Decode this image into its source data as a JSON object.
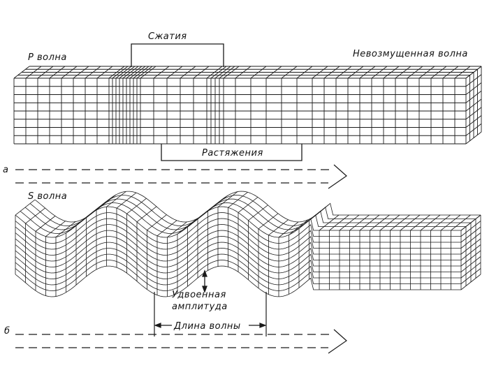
{
  "labels": {
    "p_wave": "P волна",
    "compression": "Сжатия",
    "undisturbed": "Невозмущенная волна",
    "rarefaction": "Растяжения",
    "marker_a": "а",
    "s_wave": "S волна",
    "double_amp_1": "Удвоенная",
    "double_amp_2": "амплитуда",
    "wavelength": "Длина волны",
    "marker_b": "б"
  },
  "colors": {
    "ink": "#1a1a1a",
    "background": "#ffffff"
  },
  "arrow_icon": "dashed-arrow-right-icon"
}
